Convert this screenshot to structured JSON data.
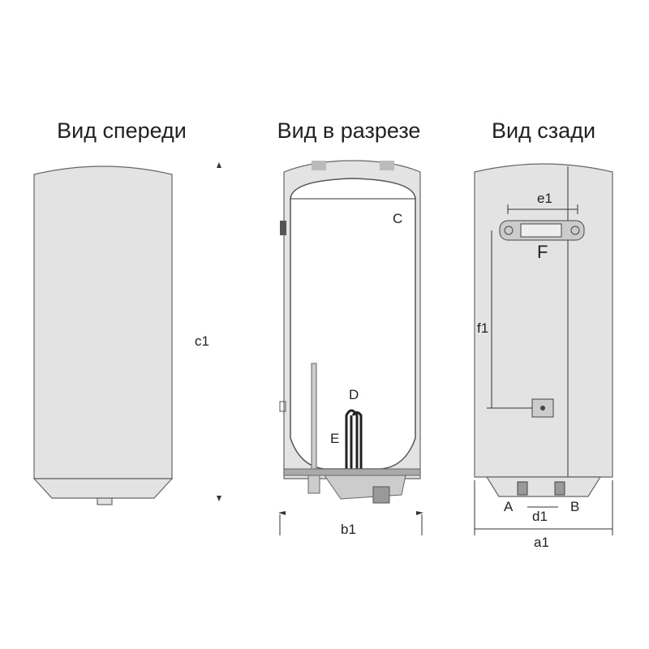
{
  "titles": {
    "front": "Вид спереди",
    "section": "Вид в разрезе",
    "back": "Вид сзади"
  },
  "labels": {
    "c1": "c1",
    "C": "C",
    "D": "D",
    "E": "E",
    "b1": "b1",
    "e1": "e1",
    "F": "F",
    "f1": "f1",
    "A": "A",
    "B": "B",
    "d1": "d1",
    "a1": "a1"
  },
  "colors": {
    "body": "#e3e3e3",
    "outline": "#666666",
    "text": "#222222"
  }
}
